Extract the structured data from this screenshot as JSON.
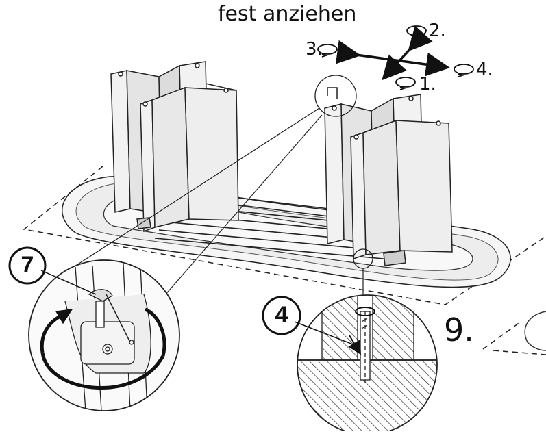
{
  "instruction": "fest anziehen",
  "steps": [
    "1.",
    "2.",
    "3.",
    "4."
  ],
  "step_number": "9.",
  "callouts": [
    "7",
    "4"
  ]
}
